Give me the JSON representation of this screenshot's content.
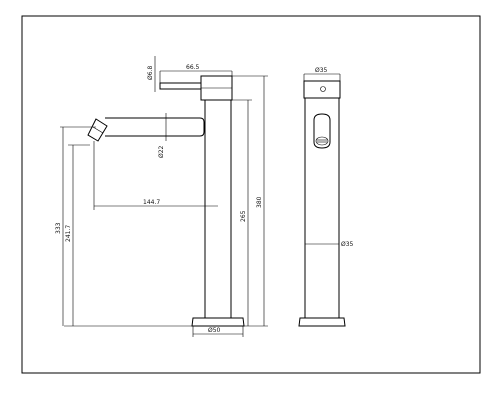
{
  "drawing": {
    "front_view": {
      "dim_handle_width": "66.5",
      "dim_handle_dia": "Ø6.8",
      "dim_spout_dia": "Ø22",
      "dim_spout_reach": "144.7",
      "dim_body_height": "265",
      "dim_total_height": "380",
      "dim_left_outer": "333",
      "dim_left_inner": "241.7",
      "dim_base_dia": "Ø50"
    },
    "side_view": {
      "dim_top_dia": "Ø35",
      "dim_body_dia": "Ø35"
    }
  }
}
